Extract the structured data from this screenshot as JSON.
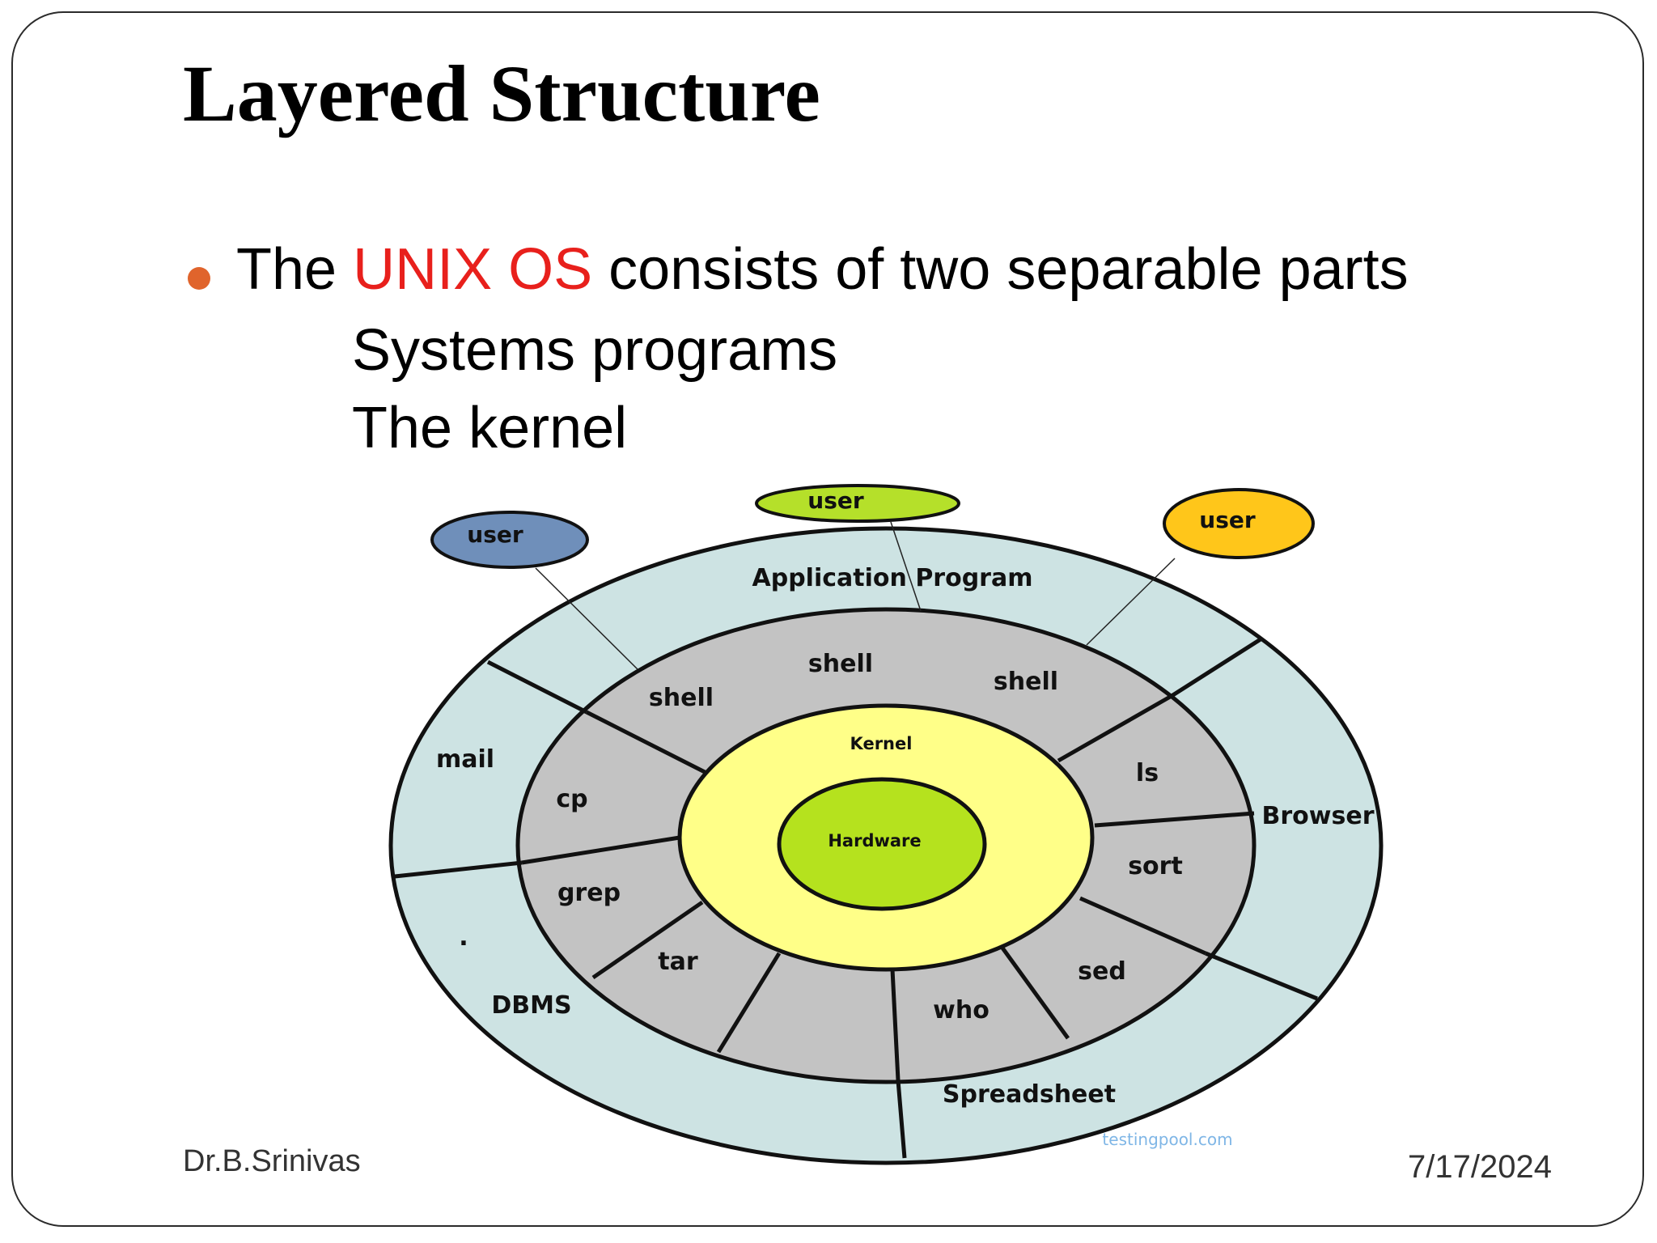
{
  "slide": {
    "title": "Layered Structure",
    "bullet": {
      "prefix": "The ",
      "highlight": "UNIX OS",
      "suffix": " consists of two separable parts"
    },
    "sub_items": [
      "Systems programs",
      "The kernel"
    ],
    "footer_left": "Dr.B.Srinivas",
    "footer_right": "7/17/2024"
  },
  "diagram": {
    "users": [
      {
        "label": "user",
        "color": "#6f8fba"
      },
      {
        "label": "user",
        "color": "#b5e02a"
      },
      {
        "label": "user",
        "color": "#ffc61a"
      }
    ],
    "outer_ring": {
      "top_label": "Application Program",
      "segments": [
        "mail",
        ".",
        "DBMS",
        "Spreadsheet",
        "Browser"
      ],
      "color": "#cde3e3"
    },
    "middle_ring": {
      "shells": [
        "shell",
        "shell",
        "shell"
      ],
      "commands": [
        "cp",
        "grep",
        "tar",
        "who",
        "sed",
        "sort",
        "ls"
      ],
      "color": "#c3c3c3"
    },
    "kernel": {
      "label": "Kernel",
      "color": "#ffff88"
    },
    "hardware": {
      "label": "Hardware",
      "color": "#b5e21e"
    },
    "watermark": "testingpool.com"
  }
}
